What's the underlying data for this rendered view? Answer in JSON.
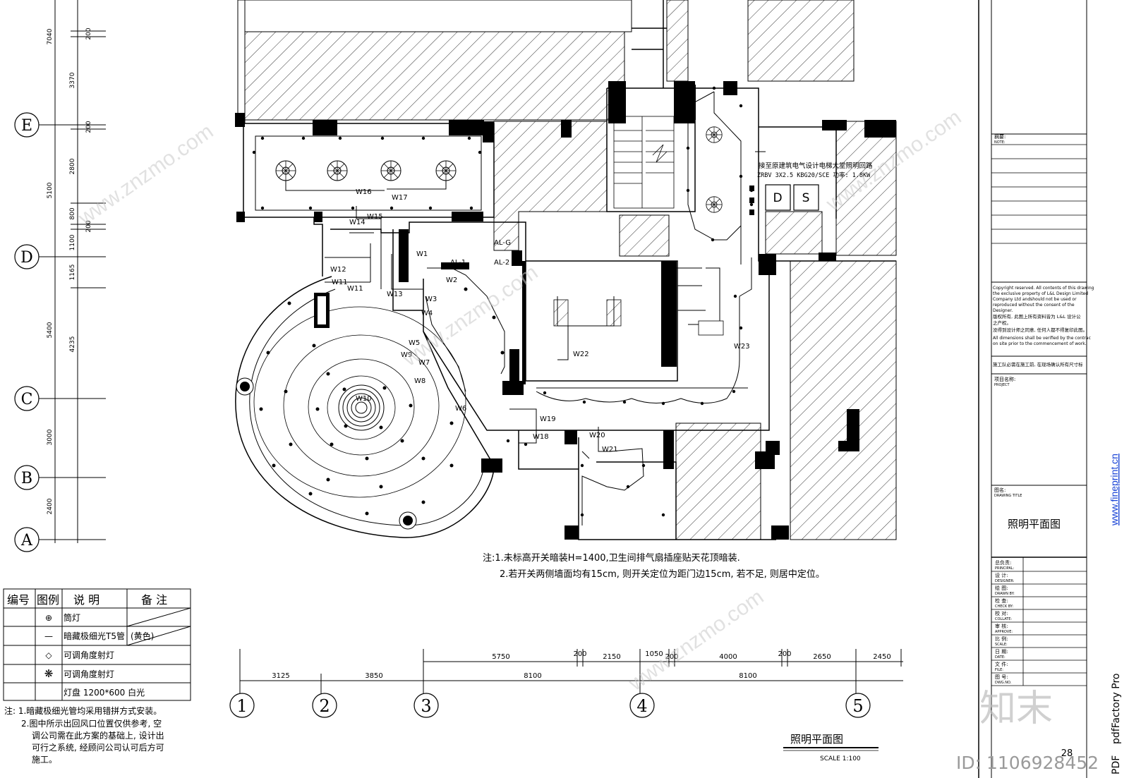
{
  "grid": {
    "row_labels": [
      "E",
      "D",
      "C",
      "B",
      "A"
    ],
    "col_labels": [
      "1",
      "2",
      "3",
      "4",
      "5"
    ],
    "left_dims_outer": [
      "7040",
      "5100",
      "5400",
      "3000",
      "2400"
    ],
    "left_dims_inner": [
      "200",
      "3370",
      "200",
      "2800",
      "800",
      "200",
      "1100",
      "1165",
      "4235"
    ],
    "bottom_dims_upper": [
      "5750",
      "200",
      "2150",
      "1050",
      "200",
      "4000",
      "200",
      "2650",
      "2450"
    ],
    "bottom_dims_lower": [
      "3125",
      "3850",
      "8100",
      "8100"
    ]
  },
  "rooms": {
    "panel_labels": [
      "D",
      "S"
    ],
    "circuits": [
      "W1",
      "W2",
      "W3",
      "W4",
      "W5",
      "W6",
      "W7",
      "W8",
      "W9",
      "W10",
      "W11",
      "W11",
      "W12",
      "W13",
      "W14",
      "W15",
      "W16",
      "W17",
      "W18",
      "W19",
      "W20",
      "W21",
      "W22",
      "W23"
    ],
    "panels": [
      "AL-G",
      "AL-1",
      "AL-2"
    ],
    "elevator_note_1": "接至原建筑电气设计电梯大堂照明回路",
    "elevator_note_2": "ZRBV 3X2.5 KBG20/SCE 功率: 1.8KW"
  },
  "notes_main": {
    "line1": "注:1.未标高开关暗装H=1400,卫生间排气扇插座贴天花顶暗装.",
    "line2": "2.若开关两侧墙面均有15cm, 则开关定位为距门边15cm, 若不足, 则居中定位。"
  },
  "legend": {
    "headers": [
      "编号",
      "图例",
      "说  明",
      "备  注"
    ],
    "rows": [
      {
        "symbol": "⊕",
        "desc": "筒灯",
        "remark": ""
      },
      {
        "symbol": "—",
        "desc": "暗藏极细光T5管",
        "remark": "(黄色)"
      },
      {
        "symbol": "◇",
        "desc": "可调角度射灯",
        "remark": ""
      },
      {
        "symbol": "❋",
        "desc": "可调角度射灯",
        "remark": ""
      },
      {
        "symbol": "",
        "desc": "灯盘 1200*600 白光",
        "remark": ""
      }
    ],
    "note_lines": [
      "注: 1.暗藏极细光管均采用错拼方式安装。",
      "2.图中所示出回风口位置仅供参考, 空",
      "调公司需在此方案的基础上, 设计出",
      "可行之系统, 经顾问公司认可后方可",
      "施工。"
    ]
  },
  "drawing_title": {
    "title": "照明平面图",
    "scale": "SCALE  1:100"
  },
  "title_block": {
    "note_cn": "摘要:",
    "note_en": "NOTE:",
    "copyright": [
      "Copyright reserved. All contents of this drawing",
      "the exclusive property of L&L Design Limited",
      "Company Ltd andshould not be used or",
      "reproduced without the consent of the",
      "Designer.",
      "版权所有, 此图上所有资料皆为 L&L 设计公",
      "之产权。",
      "没得到设计师之同意, 任何人都不得复印此图。",
      "All dimensions shall be verified by the  contrac",
      "on site prior to the commencement of work."
    ],
    "site_note": "施工队必需在施工前, 在现场确认所有尺寸标",
    "project_cn": "项目名称:",
    "project_en": "PROJECT",
    "drawing_title_cn": "图名:",
    "drawing_title_en": "DRAWING TITLE",
    "drawing_name": "照明平面图",
    "rows": [
      {
        "cn": "总负责:",
        "en": "PRINCIPAL:"
      },
      {
        "cn": "设    计:",
        "en": "DESIGNER:"
      },
      {
        "cn": "绘    图:",
        "en": "DRAWN BY:"
      },
      {
        "cn": "检    查:",
        "en": "CHECK BY:"
      },
      {
        "cn": "校    对:",
        "en": "COLLATE:"
      },
      {
        "cn": "审    核:",
        "en": "APPROVE:"
      },
      {
        "cn": "比    例:",
        "en": "SCALE:"
      },
      {
        "cn": "日    期:",
        "en": "DATE:"
      },
      {
        "cn": "文    件:",
        "en": "FILE:"
      },
      {
        "cn": "图    号:",
        "en": "DWG.NO."
      }
    ],
    "sheet_number": "28"
  },
  "overlays": {
    "fineprint": "www.fineprint.cn",
    "pdffactory": "pdfFactory Pro",
    "pdf_letter": "PDF",
    "watermark": "www.znzmo.com",
    "brand": "知末",
    "id": "ID: 1106928452"
  }
}
